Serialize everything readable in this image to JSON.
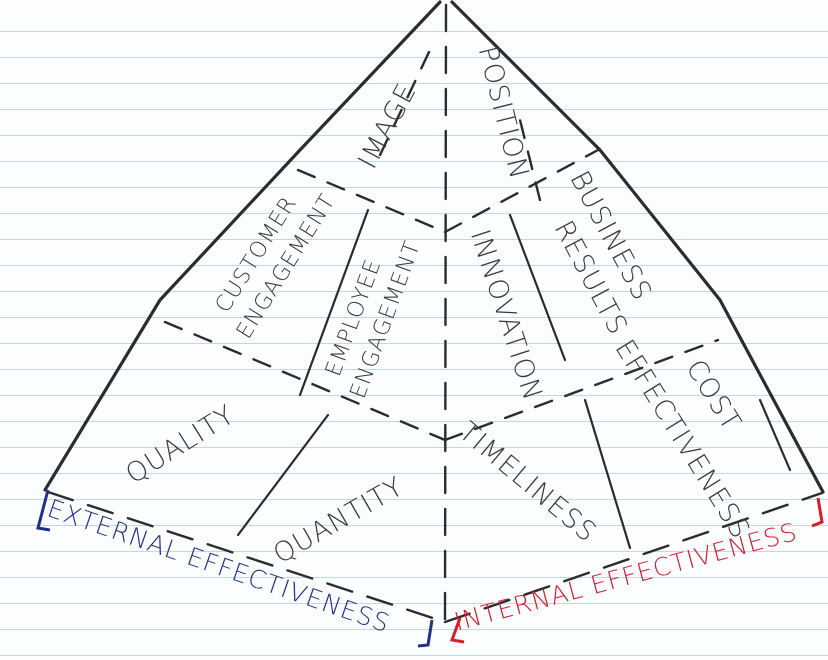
{
  "diagram": {
    "segments": {
      "image": "IMAGE",
      "position": "POSITION",
      "customer_engagement": [
        "CUSTOMER",
        "ENGAGEMENT"
      ],
      "business_results": [
        "BUSINESS",
        "RESULTS"
      ],
      "employee_engagement": [
        "EMPLOYEE",
        "ENGAGEMENT"
      ],
      "innovation": "INNOVATION",
      "cost_effectiveness": [
        "COST",
        "EFFECTIVENESS"
      ],
      "quality": "QUALITY",
      "quantity": "QUANTITY",
      "timeliness": "TIMELINESS"
    },
    "axes": {
      "external": "EXTERNAL EFFECTIVENESS",
      "internal": "INTERNAL EFFECTIVENESS"
    },
    "colors": {
      "ink": "#2c2c2c",
      "external": "#22308c",
      "internal": "#d81c2a",
      "paper_rule": "#c3d6ea"
    }
  }
}
